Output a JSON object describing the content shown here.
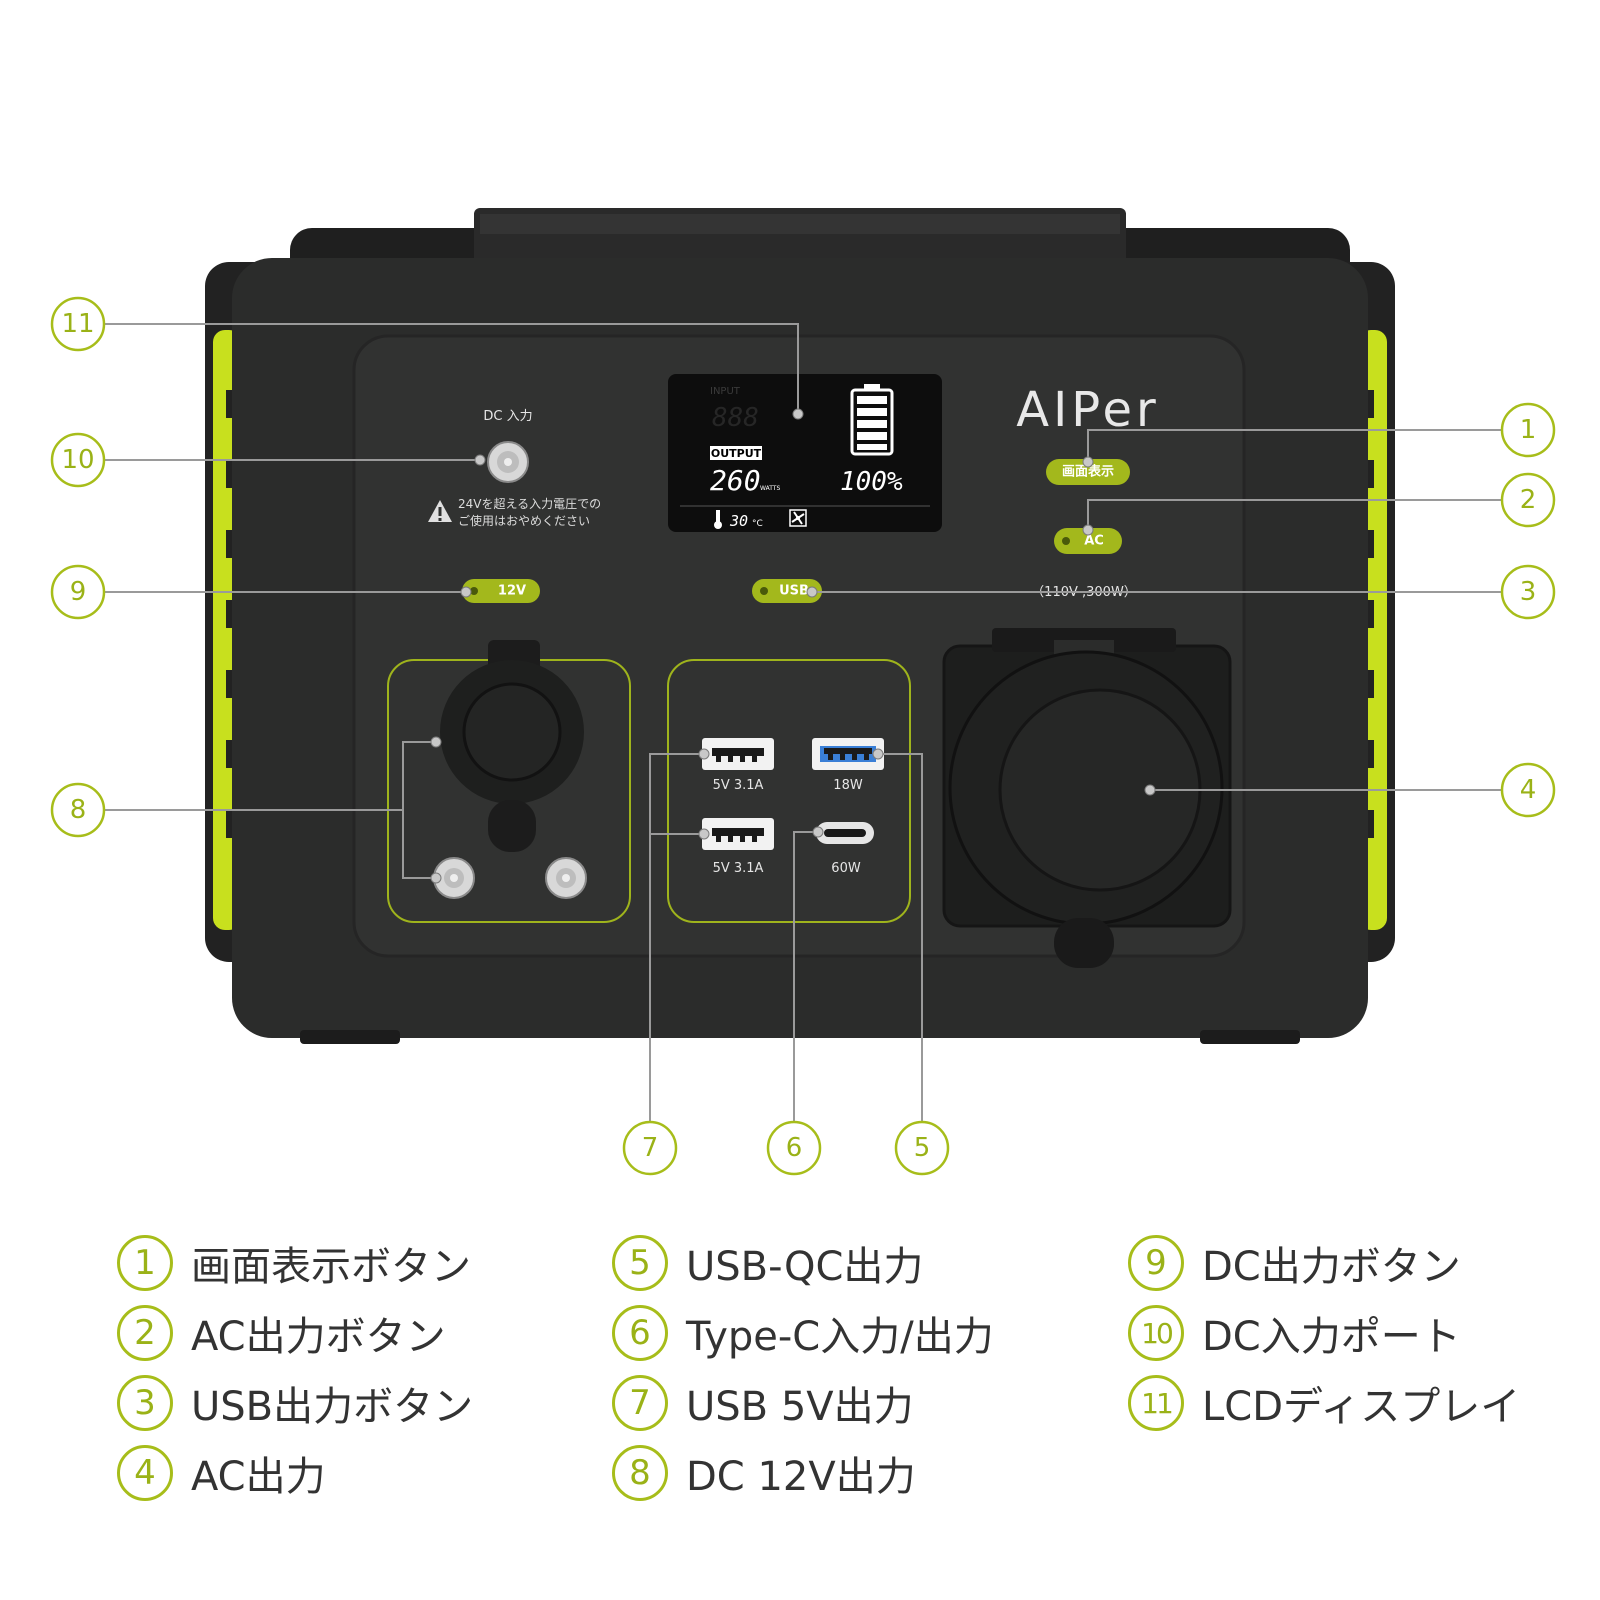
{
  "device": {
    "brand": "AIPer",
    "dc_input_label": "DC 入力",
    "dc_input_warning_line1": "24Vを超える入力電圧での",
    "dc_input_warning_line2": "ご使用はおやめください",
    "btn_display": "画面表示",
    "btn_ac": "AC",
    "btn_12v": "12V",
    "btn_usb": "USB",
    "ac_spec": "（110V ,300W）",
    "usb_a1_label": "5V 3.1A",
    "usb_a2_label": "5V 3.1A",
    "usb_qc_label": "18W",
    "usb_c_label": "60W",
    "lcd": {
      "input_label": "INPUT",
      "input_value": "888",
      "output_label": "OUTPUT",
      "output_value": "260",
      "output_unit": "WATTS",
      "battery_percent": "100%",
      "temperature": "30",
      "temperature_unit": "°C"
    }
  },
  "callouts": [
    "1",
    "2",
    "3",
    "4",
    "5",
    "6",
    "7",
    "8",
    "9",
    "10",
    "11"
  ],
  "legend": {
    "col1": [
      {
        "num": "1",
        "text": "画面表示ボタン"
      },
      {
        "num": "2",
        "text": "AC出力ボタン"
      },
      {
        "num": "3",
        "text": "USB出力ボタン"
      },
      {
        "num": "4",
        "text": "AC出力"
      }
    ],
    "col2": [
      {
        "num": "5",
        "text": "USB-QC出力"
      },
      {
        "num": "6",
        "text": "Type-C入力/出力"
      },
      {
        "num": "7",
        "text": "USB 5V出力"
      },
      {
        "num": "8",
        "text": "DC 12V出力"
      }
    ],
    "col3": [
      {
        "num": "9",
        "text": "DC出力ボタン"
      },
      {
        "num": "10",
        "text": "DC入力ポート"
      },
      {
        "num": "11",
        "text": "LCDディスプレイ"
      }
    ]
  },
  "colors": {
    "accent": "#c8e01e",
    "callout": "#a7bd1a",
    "body": "#2b2c2b",
    "panel": "#303130"
  }
}
